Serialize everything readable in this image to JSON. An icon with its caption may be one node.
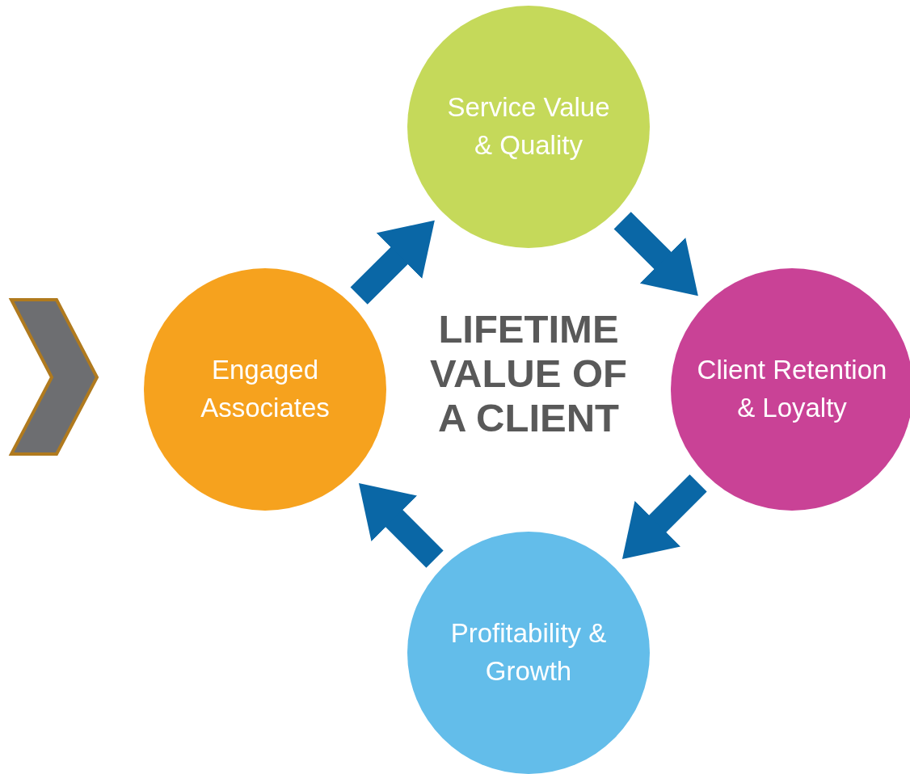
{
  "diagram": {
    "nodes": [
      {
        "text": [
          "Service Value & Quality"
        ]
      },
      {
        "text": [
          "Engaged Associates"
        ]
      },
      {
        "text": [
          "Client Retention & Loyalty"
        ]
      },
      {
        "text": [
          "Profitability & Growth"
        ]
      }
    ],
    "edges": [
      {
        "from": 1,
        "to": 0,
        "arrow": "to"
      },
      {
        "from": 0,
        "to": 2,
        "arrow": "to"
      },
      {
        "from": 2,
        "to": 3,
        "arrow": "to"
      },
      {
        "from": 3,
        "to": 1,
        "arrow": "to"
      }
    ],
    "labels": [
      "LIFETIME VALUE OF A CLIENT"
    ]
  }
}
